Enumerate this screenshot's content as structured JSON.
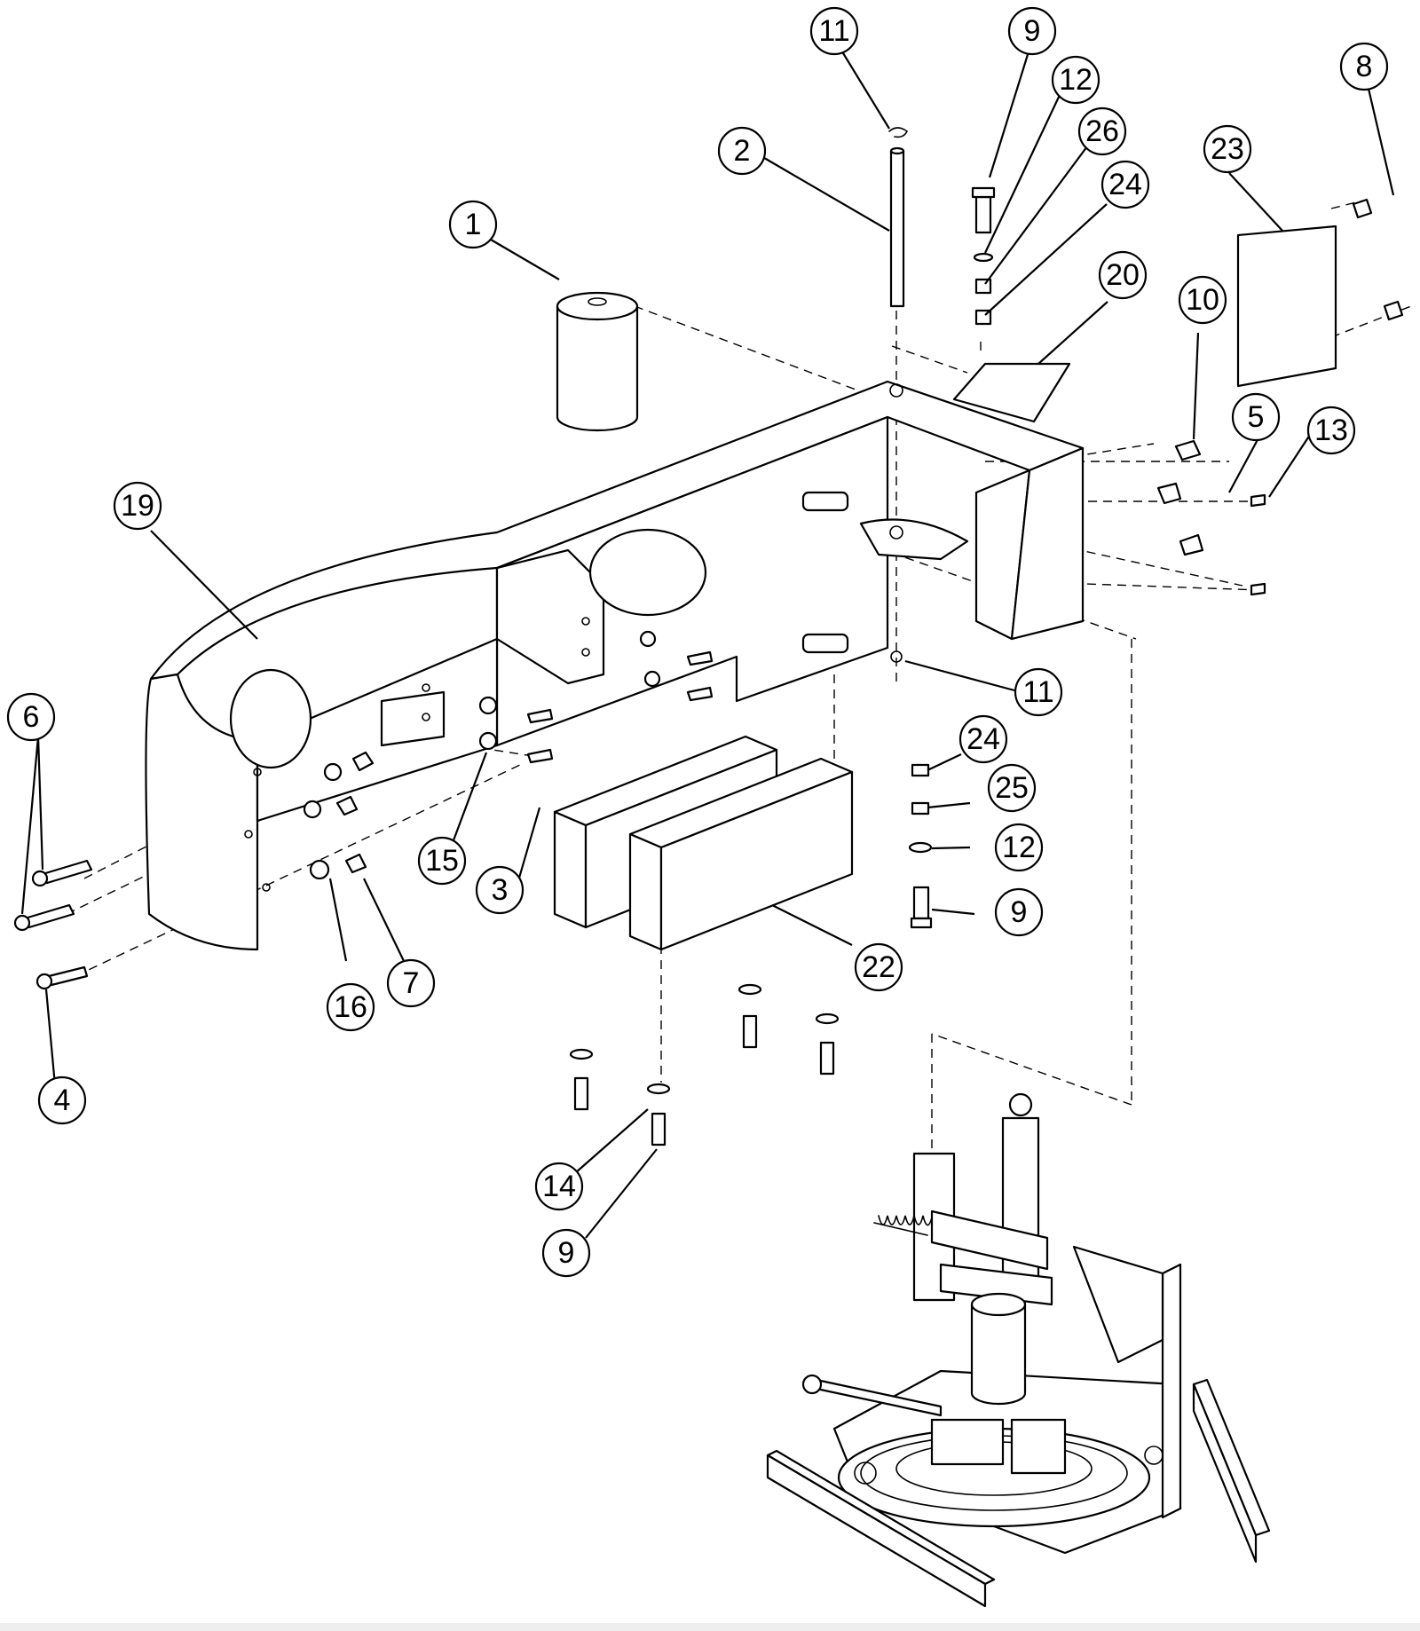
{
  "diagram": {
    "callouts": [
      {
        "id": "c1",
        "label": "1"
      },
      {
        "id": "c2",
        "label": "2"
      },
      {
        "id": "c3",
        "label": "3"
      },
      {
        "id": "c4",
        "label": "4"
      },
      {
        "id": "c5",
        "label": "5"
      },
      {
        "id": "c6",
        "label": "6"
      },
      {
        "id": "c7",
        "label": "7"
      },
      {
        "id": "c8",
        "label": "8"
      },
      {
        "id": "c9a",
        "label": "9"
      },
      {
        "id": "c9b",
        "label": "9"
      },
      {
        "id": "c9c",
        "label": "9"
      },
      {
        "id": "c10",
        "label": "10"
      },
      {
        "id": "c11a",
        "label": "11"
      },
      {
        "id": "c11b",
        "label": "11"
      },
      {
        "id": "c12a",
        "label": "12"
      },
      {
        "id": "c12b",
        "label": "12"
      },
      {
        "id": "c13",
        "label": "13"
      },
      {
        "id": "c14",
        "label": "14"
      },
      {
        "id": "c15",
        "label": "15"
      },
      {
        "id": "c16",
        "label": "16"
      },
      {
        "id": "c19",
        "label": "19"
      },
      {
        "id": "c20",
        "label": "20"
      },
      {
        "id": "c22",
        "label": "22"
      },
      {
        "id": "c23",
        "label": "23"
      },
      {
        "id": "c24a",
        "label": "24"
      },
      {
        "id": "c24b",
        "label": "24"
      },
      {
        "id": "c25",
        "label": "25"
      },
      {
        "id": "c26",
        "label": "26"
      }
    ]
  },
  "colors": {
    "line": "#000000",
    "background": "#ffffff"
  }
}
